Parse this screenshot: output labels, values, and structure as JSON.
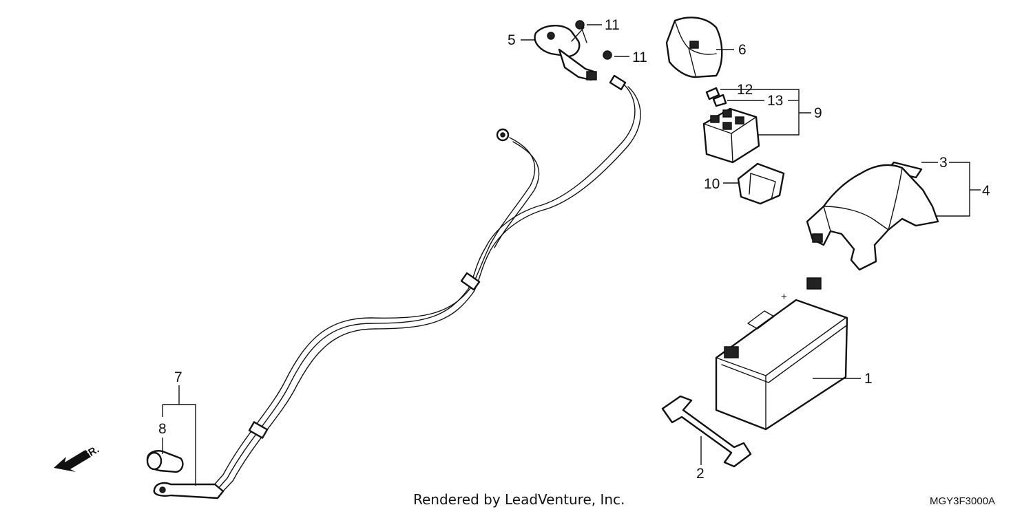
{
  "callouts": [
    {
      "id": "c1",
      "text": "1"
    },
    {
      "id": "c2",
      "text": "2"
    },
    {
      "id": "c3",
      "text": "3"
    },
    {
      "id": "c4",
      "text": "4"
    },
    {
      "id": "c5",
      "text": "5"
    },
    {
      "id": "c6",
      "text": "6"
    },
    {
      "id": "c7",
      "text": "7"
    },
    {
      "id": "c8",
      "text": "8"
    },
    {
      "id": "c9",
      "text": "9"
    },
    {
      "id": "c10",
      "text": "10"
    },
    {
      "id": "c11a",
      "text": "11"
    },
    {
      "id": "c11b",
      "text": "11"
    },
    {
      "id": "c12",
      "text": "12"
    },
    {
      "id": "c13",
      "text": "13"
    }
  ],
  "front_indicator": "FR.",
  "battery_symbol": "+",
  "footer": {
    "credit": "Rendered by LeadVenture, Inc.",
    "diagram_code": "MGY3F3000A"
  }
}
